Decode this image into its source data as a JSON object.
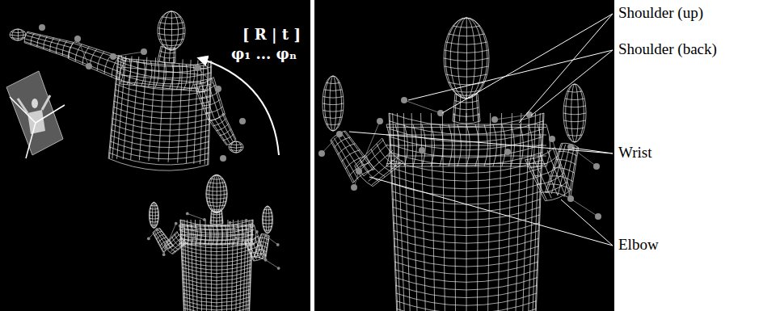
{
  "diagram": {
    "labels": [
      "[ R | t ]",
      "φ₁ ... φₙ",
      "Shoulder (up)",
      "Shoulder (back)",
      "Wrist",
      "Elbow"
    ]
  }
}
